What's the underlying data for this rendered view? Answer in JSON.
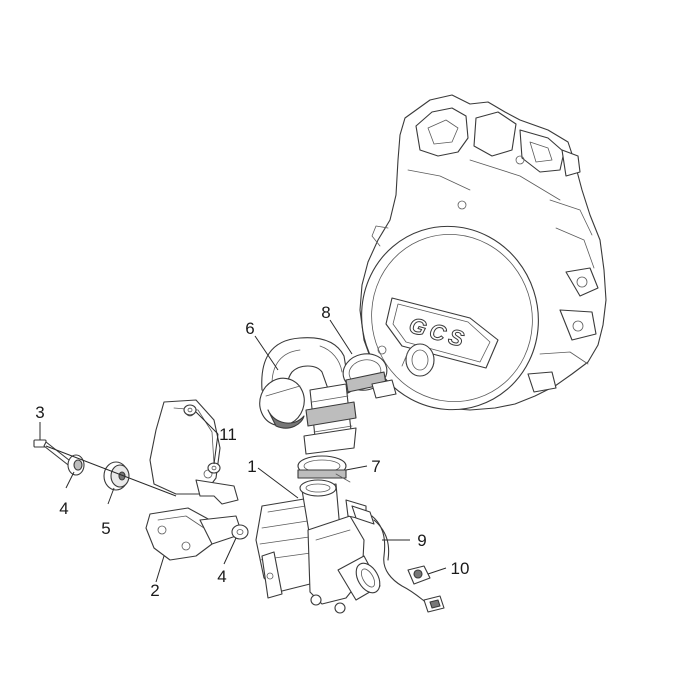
{
  "callouts": [
    {
      "id": "c1",
      "label": "1"
    },
    {
      "id": "c2",
      "label": "2"
    },
    {
      "id": "c3",
      "label": "3"
    },
    {
      "id": "c4a",
      "label": "4"
    },
    {
      "id": "c4b",
      "label": "4"
    },
    {
      "id": "c5",
      "label": "5"
    },
    {
      "id": "c6",
      "label": "6"
    },
    {
      "id": "c7",
      "label": "7"
    },
    {
      "id": "c8",
      "label": "8"
    },
    {
      "id": "c9",
      "label": "9"
    },
    {
      "id": "c10",
      "label": "10"
    },
    {
      "id": "c11",
      "label": "11"
    }
  ],
  "cover_logo_text": "GCS",
  "colors": {
    "line": "#3a3a3a",
    "shade": "#bdbdbd",
    "background": "#ffffff"
  }
}
